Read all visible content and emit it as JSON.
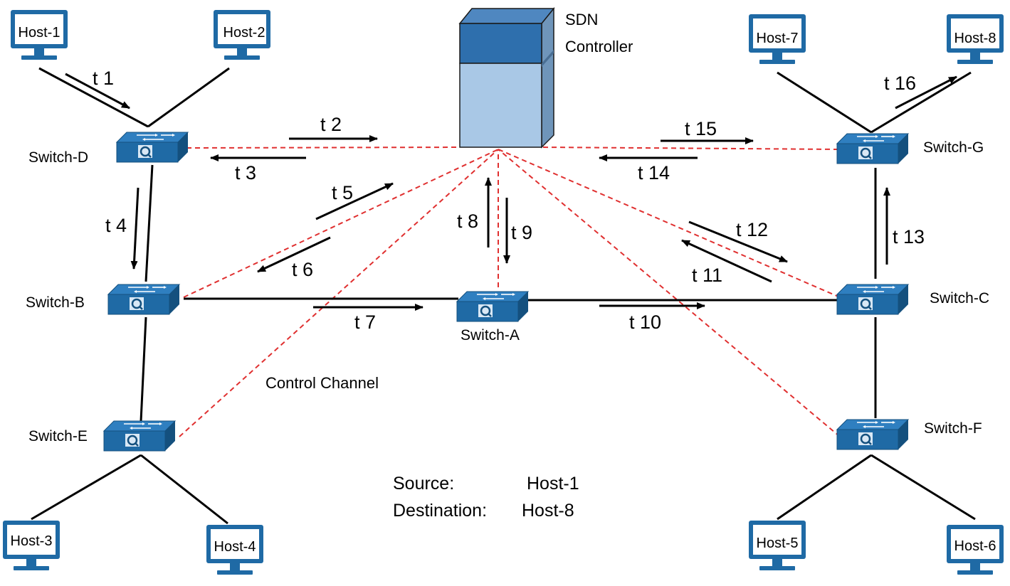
{
  "controller": {
    "line1": "SDN",
    "line2": "Controller"
  },
  "hosts": [
    {
      "id": "h1",
      "label": "Host-1"
    },
    {
      "id": "h2",
      "label": "Host-2"
    },
    {
      "id": "h3",
      "label": "Host-3"
    },
    {
      "id": "h4",
      "label": "Host-4"
    },
    {
      "id": "h5",
      "label": "Host-5"
    },
    {
      "id": "h6",
      "label": "Host-6"
    },
    {
      "id": "h7",
      "label": "Host-7"
    },
    {
      "id": "h8",
      "label": "Host-8"
    }
  ],
  "switches": [
    {
      "id": "sA",
      "label": "Switch-A"
    },
    {
      "id": "sB",
      "label": "Switch-B"
    },
    {
      "id": "sC",
      "label": "Switch-C"
    },
    {
      "id": "sD",
      "label": "Switch-D"
    },
    {
      "id": "sE",
      "label": "Switch-E"
    },
    {
      "id": "sF",
      "label": "Switch-F"
    },
    {
      "id": "sG",
      "label": "Switch-G"
    }
  ],
  "steps": [
    {
      "id": "t1",
      "label": "t 1"
    },
    {
      "id": "t2",
      "label": "t 2"
    },
    {
      "id": "t3",
      "label": "t 3"
    },
    {
      "id": "t4",
      "label": "t 4"
    },
    {
      "id": "t5",
      "label": "t 5"
    },
    {
      "id": "t6",
      "label": "t 6"
    },
    {
      "id": "t7",
      "label": "t 7"
    },
    {
      "id": "t8",
      "label": "t 8"
    },
    {
      "id": "t9",
      "label": "t 9"
    },
    {
      "id": "t10",
      "label": "t 10"
    },
    {
      "id": "t11",
      "label": "t 11"
    },
    {
      "id": "t12",
      "label": "t 12"
    },
    {
      "id": "t13",
      "label": "t 13"
    },
    {
      "id": "t14",
      "label": "t 14"
    },
    {
      "id": "t15",
      "label": "t 15"
    },
    {
      "id": "t16",
      "label": "t 16"
    }
  ],
  "control_channel_label": "Control Channel",
  "info": {
    "source_key": "Source:",
    "source_value": "Host-1",
    "destination_key": "Destination:",
    "destination_value": "Host-8"
  },
  "colors": {
    "device_blue": "#1f6aa5",
    "device_dark": "#14507e",
    "control_red": "#e03030",
    "server_top": "#2e6fad",
    "server_body": "#a9c8e6",
    "server_side": "#6f95ba"
  }
}
